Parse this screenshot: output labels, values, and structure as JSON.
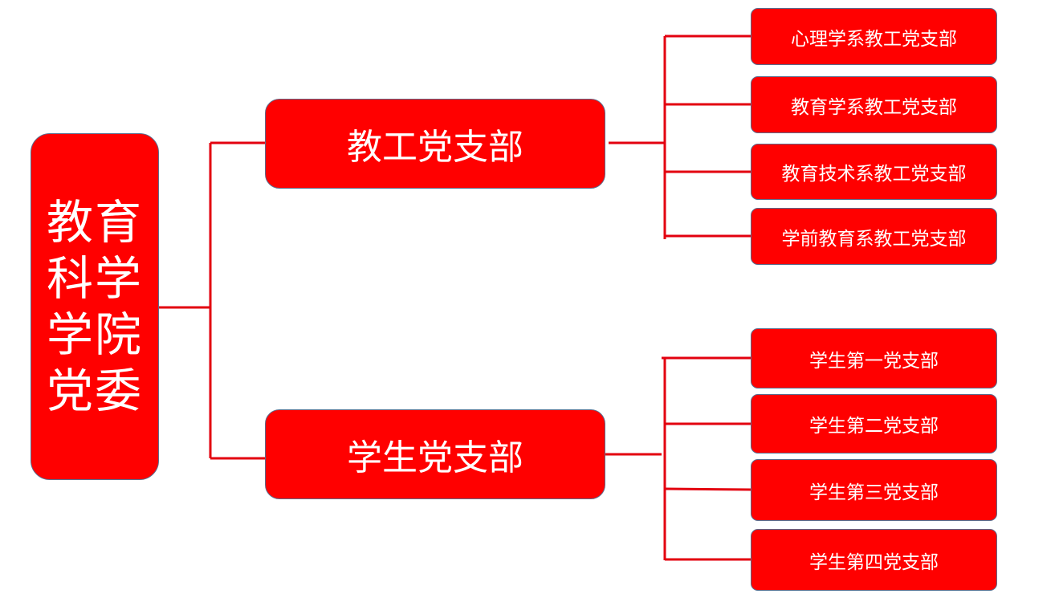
{
  "colors": {
    "node_fill": "#ff0000",
    "line": "#e3000f",
    "text": "#ffffff"
  },
  "root": {
    "label": "教育科学学院党委"
  },
  "branches": [
    {
      "label": "教工党支部",
      "children": [
        "心理学系教工党支部",
        "教育学系教工党支部",
        "教育技术系教工党支部",
        "学前教育系教工党支部"
      ]
    },
    {
      "label": "学生党支部",
      "children": [
        "学生第一党支部",
        "学生第二党支部",
        "学生第三党支部",
        "学生第四党支部"
      ]
    }
  ]
}
